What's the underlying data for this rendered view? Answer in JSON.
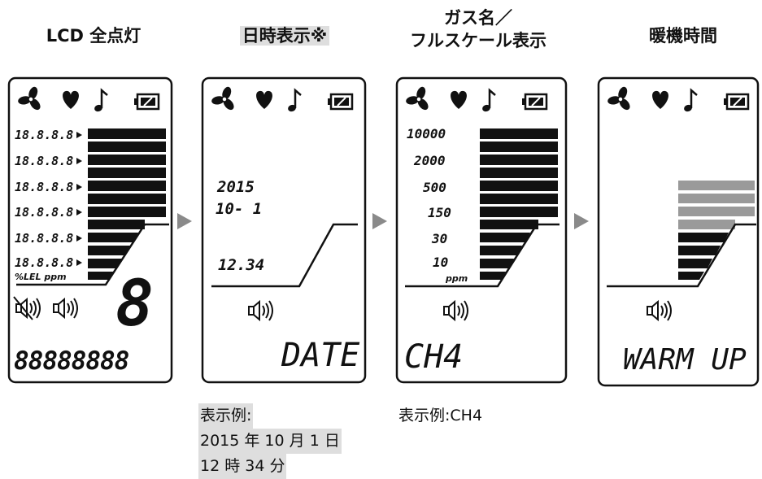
{
  "titles": {
    "p1": "LCD 全点灯",
    "p2": "日時表示※",
    "p3_line1": "ガス名／",
    "p3_line2": "フルスケール表示",
    "p4": "暖機時間"
  },
  "panel1": {
    "scale_value": "18.8.8.8",
    "unit_label": "%LEL ppm",
    "big_digit": "8",
    "bottom_segments": "88888888"
  },
  "panel2": {
    "year": "2015",
    "date": "10- 1",
    "time": "12.34",
    "mode": "DATE"
  },
  "panel3": {
    "scale": [
      "10000",
      "2000",
      "500",
      "150",
      "30",
      "10"
    ],
    "unit": "ppm",
    "gas": "CH4"
  },
  "panel4": {
    "mode": "WARM UP"
  },
  "captions": {
    "date_example": [
      "表示例:",
      "2015 年 10 月 1 日",
      "12 時 34 分"
    ],
    "gas_example": "表示例:CH4"
  },
  "colors": {
    "lcd_ink": "#111111",
    "arrow": "#8a8a8a",
    "highlight": "#dedede",
    "warm_gray": "#9a9a9a"
  }
}
